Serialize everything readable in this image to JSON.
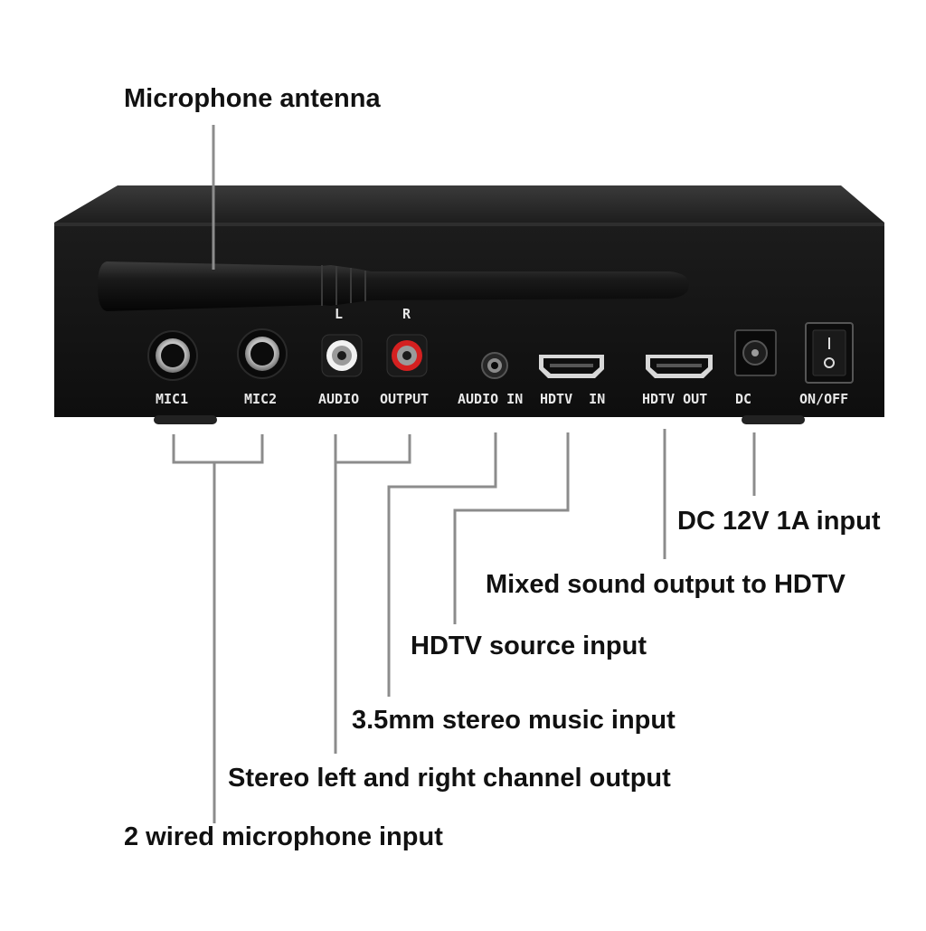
{
  "callouts": {
    "antenna": "Microphone antenna",
    "dc_input": "DC 12V 1A input",
    "hdtv_out": "Mixed sound output to HDTV",
    "hdtv_in": "HDTV source input",
    "audio_in": "3.5mm stereo music input",
    "audio_output": "Stereo left and right channel output",
    "mic_input": "2 wired microphone input"
  },
  "panel_labels": {
    "mic1": "MIC1",
    "mic2": "MIC2",
    "audio": "AUDIO",
    "output": "OUTPUT",
    "audio_in": "AUDIO IN",
    "hdtv_in": "HDTV  IN",
    "hdtv_out": "HDTV OUT",
    "dc": "DC",
    "on_off": "ON/OFF",
    "left": "L",
    "right": "R"
  },
  "colors": {
    "device_body": "#161616",
    "callout_text": "#111111",
    "leader_line": "#8c8c8c",
    "rca_left": "#f2f2f2",
    "rca_right": "#d42020"
  }
}
